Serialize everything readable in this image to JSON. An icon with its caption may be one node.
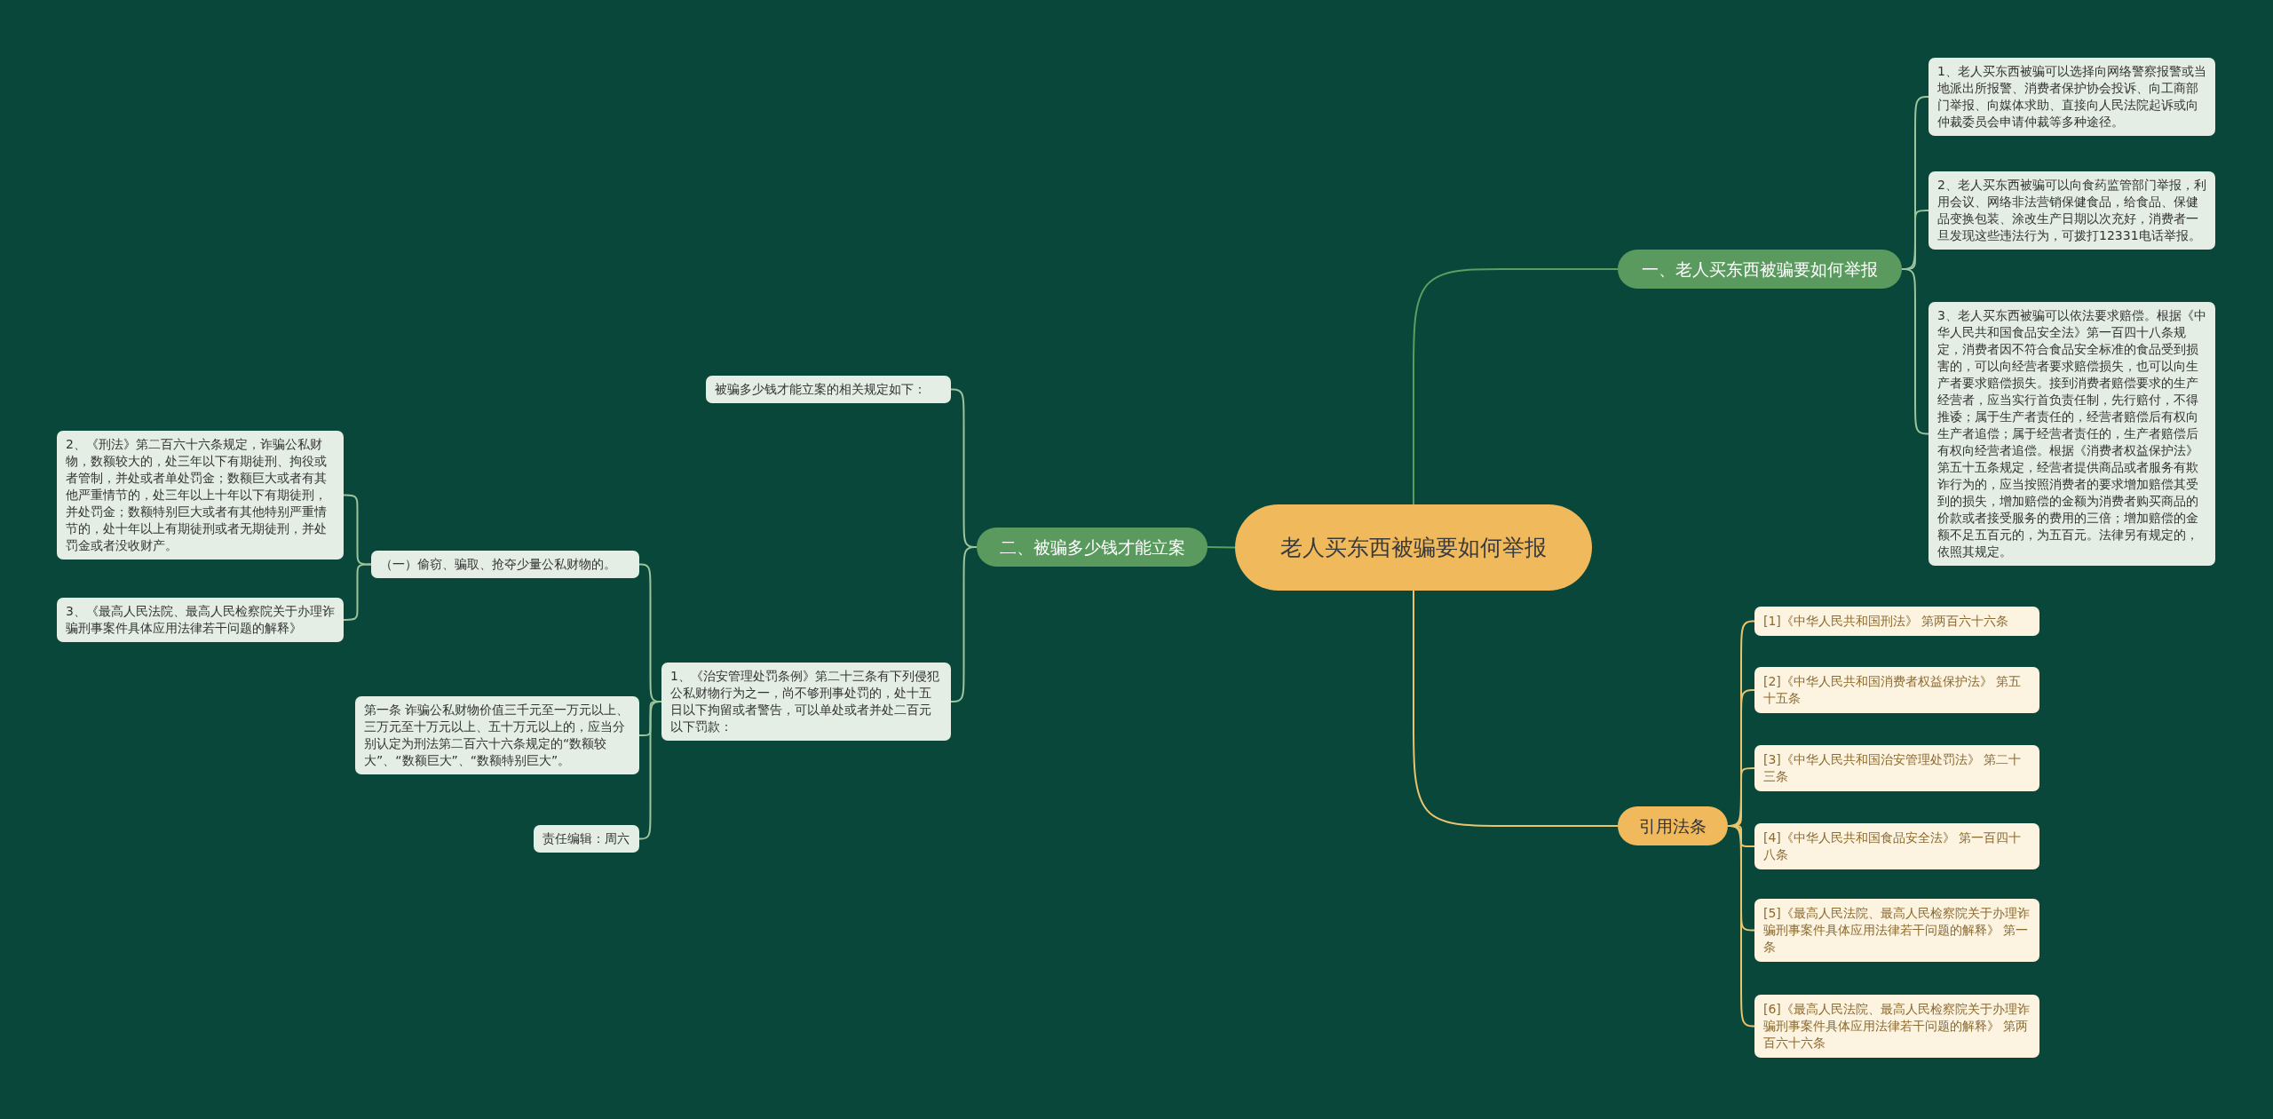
{
  "diagram": {
    "nodes": [
      {
        "text": [
          "老人买东西被骗要如何举报"
        ]
      },
      {
        "text": [
          "一、老人买东西被骗要如何举报"
        ]
      },
      {
        "text": [
          "1、老人买东西被骗可以选择向网络警察报警或当地派出所报警、消费者保护协会投诉、向工商部门举报、向媒体求助、直接向人民法院起诉或向仲裁委员会申请仲裁等多种途径。"
        ]
      },
      {
        "text": [
          "2、老人买东西被骗可以向食药监管部门举报，利用会议、网络非法营销保健食品，给食品、保健品变换包装、涂改生产日期以次充好，消费者一旦发现这些违法行为，可拨打12331电话举报。"
        ]
      },
      {
        "text": [
          "3、老人买东西被骗可以依法要求赔偿。根据《中华人民共和国食品安全法》第一百四十八条规定，消费者因不符合食品安全标准的食品受到损害的，可以向经营者要求赔偿损失，也可以向生产者要求赔偿损失。接到消费者赔偿要求的生产经营者，应当实行首负责任制，先行赔付，不得推诿；属于生产者责任的，经营者赔偿后有权向生产者追偿；属于经营者责任的，生产者赔偿后有权向经营者追偿。根据《消费者权益保护法》第五十五条规定，经营者提供商品或者服务有欺诈行为的，应当按照消费者的要求增加赔偿其受到的损失，增加赔偿的金额为消费者购买商品的价款或者接受服务的费用的三倍；增加赔偿的金额不足五百元的，为五百元。法律另有规定的，依照其规定。"
        ]
      },
      {
        "text": [
          "二、被骗多少钱才能立案"
        ]
      },
      {
        "text": [
          "被骗多少钱才能立案的相关规定如下："
        ]
      },
      {
        "text": [
          "1、《治安管理处罚条例》第二十三条有下列侵犯公私财物行为之一，尚不够刑事处罚的，处十五日以下拘留或者警告，可以单处或者并处二百元以下罚款："
        ]
      },
      {
        "text": [
          "（一）偷窃、骗取、抢夺少量公私财物的。"
        ]
      },
      {
        "text": [
          "2、《刑法》第二百六十六条规定，诈骗公私财物，数额较大的，处三年以下有期徒刑、拘役或者管制，并处或者单处罚金；数额巨大或者有其他严重情节的，处三年以上十年以下有期徒刑，并处罚金；数额特别巨大或者有其他特别严重情节的，处十年以上有期徒刑或者无期徒刑，并处罚金或者没收财产。"
        ]
      },
      {
        "text": [
          "3、《最高人民法院、最高人民检察院关于办理诈骗刑事案件具体应用法律若干问题的解释》"
        ]
      },
      {
        "text": [
          "第一条 诈骗公私财物价值三千元至一万元以上、三万元至十万元以上、五十万元以上的，应当分别认定为刑法第二百六十六条规定的“数额较大”、“数额巨大”、“数额特别巨大”。"
        ]
      },
      {
        "text": [
          "责任编辑：周六"
        ]
      },
      {
        "text": [
          "引用法条"
        ]
      },
      {
        "text": [
          "[1]《中华人民共和国刑法》 第两百六十六条"
        ]
      },
      {
        "text": [
          "[2]《中华人民共和国消费者权益保护法》 第五十五条"
        ]
      },
      {
        "text": [
          "[3]《中华人民共和国治安管理处罚法》 第二十三条"
        ]
      },
      {
        "text": [
          "[4]《中华人民共和国食品安全法》 第一百四十八条"
        ]
      },
      {
        "text": [
          "[5]《最高人民法院、最高人民检察院关于办理诈骗刑事案件具体应用法律若干问题的解释》 第一条"
        ]
      },
      {
        "text": [
          "[6]《最高人民法院、最高人民检察院关于办理诈骗刑事案件具体应用法律若干问题的解释》 第两百六十六条"
        ]
      }
    ],
    "edges": [
      {
        "from": 0,
        "to": 1,
        "arrow": "none",
        "color": "#5d9c63"
      },
      {
        "from": 1,
        "to": 2,
        "arrow": "none"
      },
      {
        "from": 1,
        "to": 3,
        "arrow": "none"
      },
      {
        "from": 1,
        "to": 4,
        "arrow": "none"
      },
      {
        "from": 0,
        "to": 5,
        "arrow": "none",
        "color": "#5d9c63"
      },
      {
        "from": 5,
        "to": 6,
        "arrow": "none"
      },
      {
        "from": 5,
        "to": 7,
        "arrow": "none"
      },
      {
        "from": 7,
        "to": 8,
        "arrow": "none"
      },
      {
        "from": 8,
        "to": 9,
        "arrow": "none"
      },
      {
        "from": 8,
        "to": 10,
        "arrow": "none"
      },
      {
        "from": 7,
        "to": 11,
        "arrow": "none"
      },
      {
        "from": 7,
        "to": 12,
        "arrow": "none"
      },
      {
        "from": 0,
        "to": 13,
        "arrow": "none",
        "color": "#e8c46f"
      },
      {
        "from": 13,
        "to": 14,
        "arrow": "none",
        "color": "#e8c46f"
      },
      {
        "from": 13,
        "to": 15,
        "arrow": "none",
        "color": "#e8c46f"
      },
      {
        "from": 13,
        "to": 16,
        "arrow": "none",
        "color": "#e8c46f"
      },
      {
        "from": 13,
        "to": 17,
        "arrow": "none",
        "color": "#e8c46f"
      },
      {
        "from": 13,
        "to": 18,
        "arrow": "none",
        "color": "#e8c46f"
      },
      {
        "from": 13,
        "to": 19,
        "arrow": "none",
        "color": "#e8c46f"
      }
    ]
  }
}
